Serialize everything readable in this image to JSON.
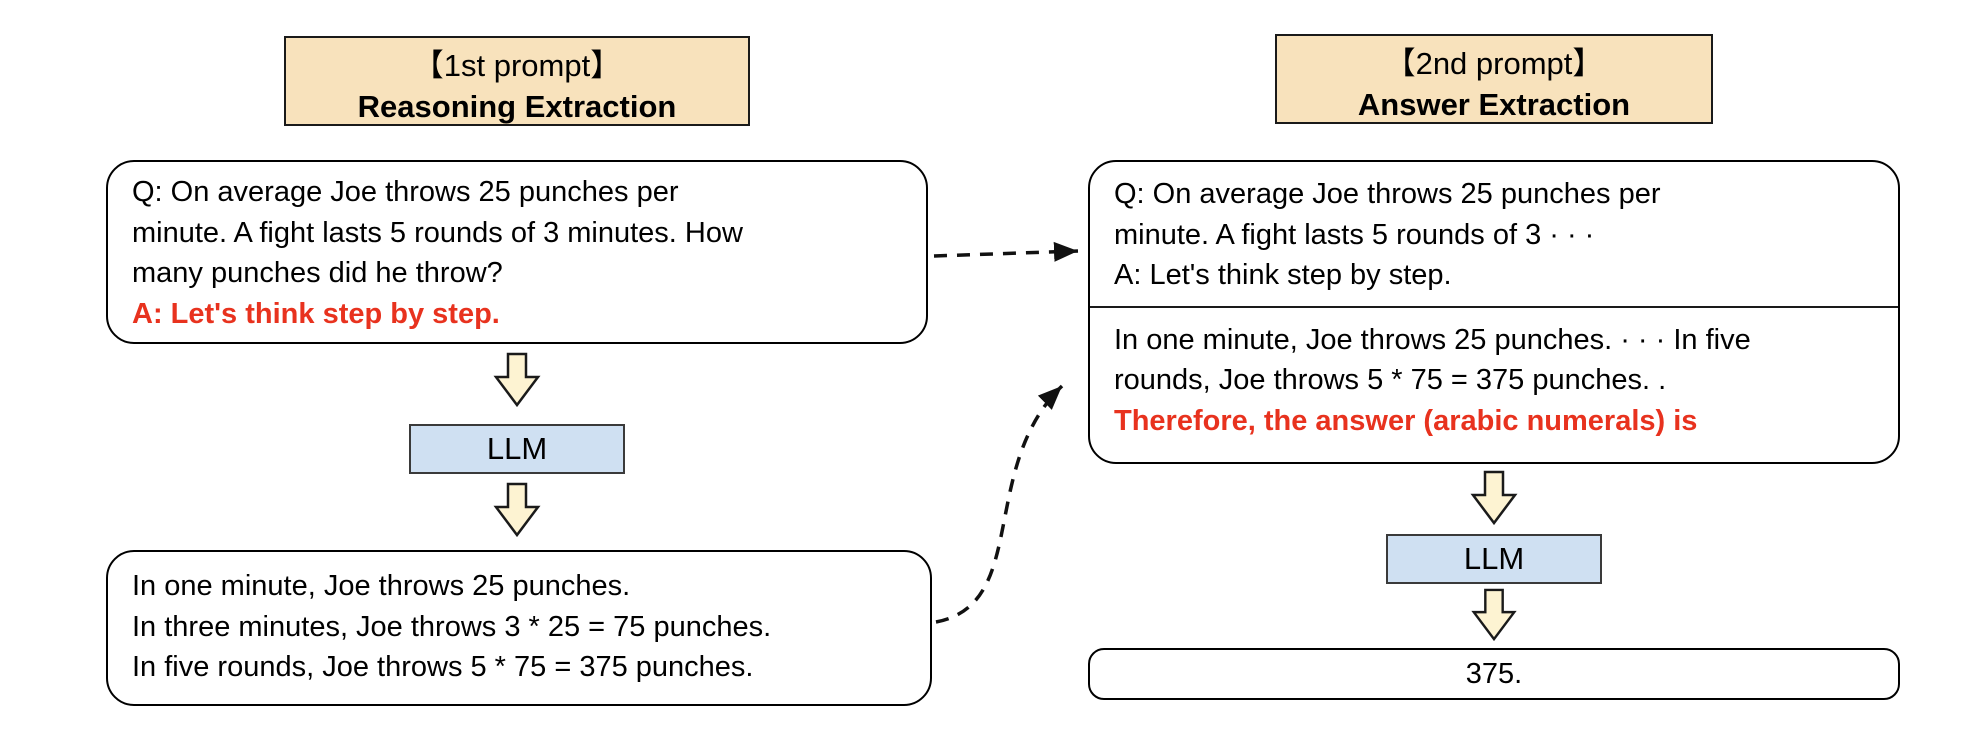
{
  "colors": {
    "header_fill": "#f8e2bc",
    "llm_fill": "#cfe0f2",
    "arrow_fill": "#fdf3d2",
    "red_text": "#e8321e",
    "box_border": "#000000"
  },
  "left": {
    "header": {
      "line1": "【1st prompt】",
      "line2": "Reasoning Extraction"
    },
    "question_box": {
      "lines": [
        "Q: On average Joe throws 25 punches per",
        "minute.  A fight lasts 5 rounds of 3 minutes.  How",
        "many punches did he throw?"
      ],
      "answer": "A: Let's think step by step."
    },
    "llm_label": "LLM",
    "output_box": {
      "lines": [
        "In one minute, Joe throws 25 punches.",
        "In three minutes, Joe throws 3 * 25 = 75 punches.",
        "In five rounds, Joe throws 5 * 75 = 375 punches."
      ]
    }
  },
  "right": {
    "header": {
      "line1": "【2nd prompt】",
      "line2": "Answer Extraction"
    },
    "prompt_box": {
      "question_lines": [
        "Q: On average Joe throws 25 punches per",
        "minute.  A fight lasts 5 rounds of 3 · · ·",
        "A: Let's think step by step."
      ],
      "reasoning_lines": [
        "In one minute, Joe throws 25 punches.  · · · In five",
        "rounds, Joe throws 5 * 75 = 375 punches. ."
      ],
      "trigger": "Therefore, the answer (arabic numerals) is"
    },
    "llm_label": "LLM",
    "answer_box": {
      "value": "375."
    }
  }
}
